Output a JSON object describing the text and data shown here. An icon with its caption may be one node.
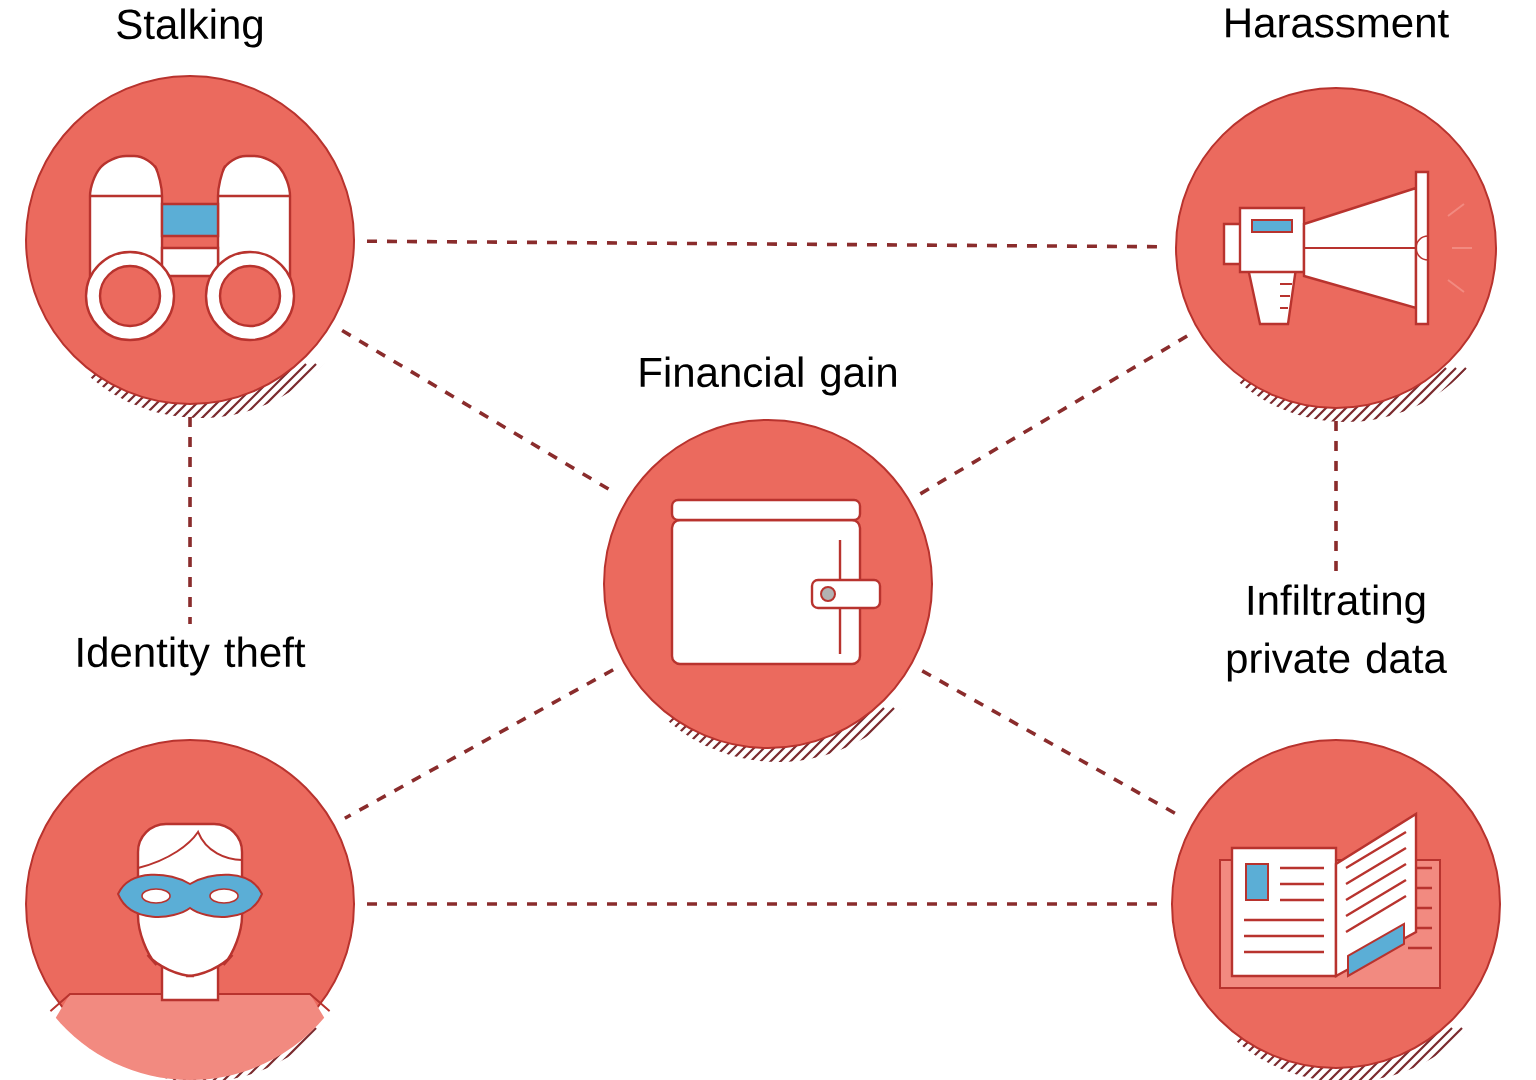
{
  "diagram": {
    "nodes": [
      {
        "text": [
          "Stalking"
        ]
      },
      {
        "text": [
          "Harassment"
        ]
      },
      {
        "text": [
          "Financial gain"
        ]
      },
      {
        "text": [
          "Identity theft"
        ]
      },
      {
        "text": [
          "Infiltrating private data"
        ]
      }
    ],
    "edges": [
      {
        "from": 0,
        "to": 1,
        "arrow": "none"
      },
      {
        "from": 0,
        "to": 2,
        "arrow": "none"
      },
      {
        "from": 0,
        "to": 3,
        "arrow": "none"
      },
      {
        "from": 1,
        "to": 2,
        "arrow": "none"
      },
      {
        "from": 1,
        "to": 4,
        "arrow": "none"
      },
      {
        "from": 2,
        "to": 3,
        "arrow": "none"
      },
      {
        "from": 2,
        "to": 4,
        "arrow": "none"
      },
      {
        "from": 3,
        "to": 4,
        "arrow": "none"
      }
    ]
  }
}
